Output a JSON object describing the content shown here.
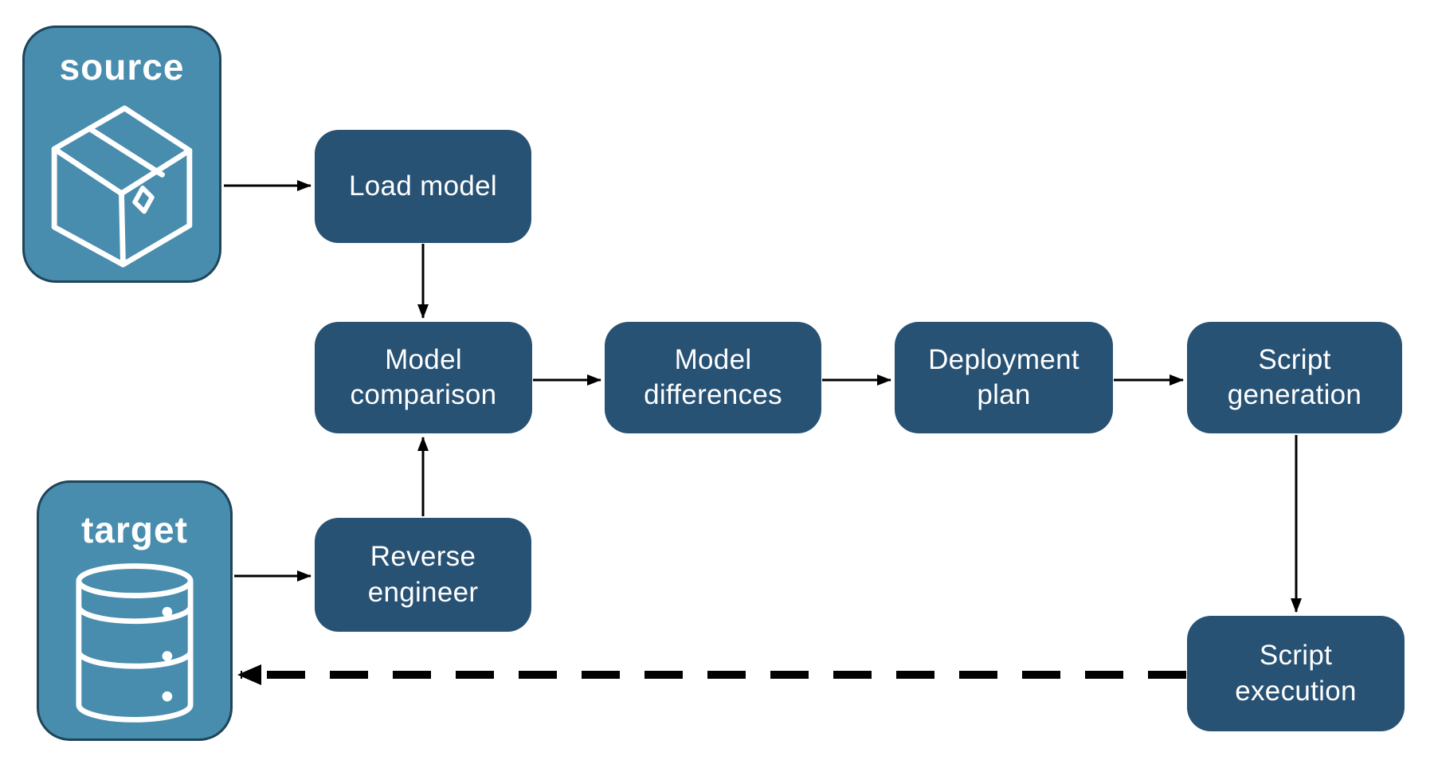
{
  "diagram": {
    "endpoints": [
      {
        "id": "source",
        "label": "source",
        "icon": "package-box-icon"
      },
      {
        "id": "target",
        "label": "target",
        "icon": "database-icon"
      }
    ],
    "nodes": [
      {
        "id": "load-model",
        "label": "Load model"
      },
      {
        "id": "model-comparison",
        "label": "Model comparison"
      },
      {
        "id": "model-differences",
        "label": "Model differences"
      },
      {
        "id": "deployment-plan",
        "label": "Deployment plan"
      },
      {
        "id": "script-generation",
        "label": "Script generation"
      },
      {
        "id": "reverse-engineer",
        "label": "Reverse engineer"
      },
      {
        "id": "script-execution",
        "label": "Script execution"
      }
    ],
    "edges": [
      {
        "from": "source",
        "to": "load-model",
        "style": "solid"
      },
      {
        "from": "load-model",
        "to": "model-comparison",
        "style": "solid"
      },
      {
        "from": "model-comparison",
        "to": "model-differences",
        "style": "solid"
      },
      {
        "from": "model-differences",
        "to": "deployment-plan",
        "style": "solid"
      },
      {
        "from": "deployment-plan",
        "to": "script-generation",
        "style": "solid"
      },
      {
        "from": "script-generation",
        "to": "script-execution",
        "style": "solid"
      },
      {
        "from": "target",
        "to": "reverse-engineer",
        "style": "solid"
      },
      {
        "from": "reverse-engineer",
        "to": "model-comparison",
        "style": "solid"
      },
      {
        "from": "script-execution",
        "to": "target",
        "style": "dashed"
      }
    ],
    "colors": {
      "node_fill": "#285274",
      "endpoint_fill": "#488CAE",
      "endpoint_border": "#1E4559",
      "label_text": "#FFFFFF",
      "arrow": "#000000",
      "canvas_background": "#FFFFFF"
    }
  }
}
